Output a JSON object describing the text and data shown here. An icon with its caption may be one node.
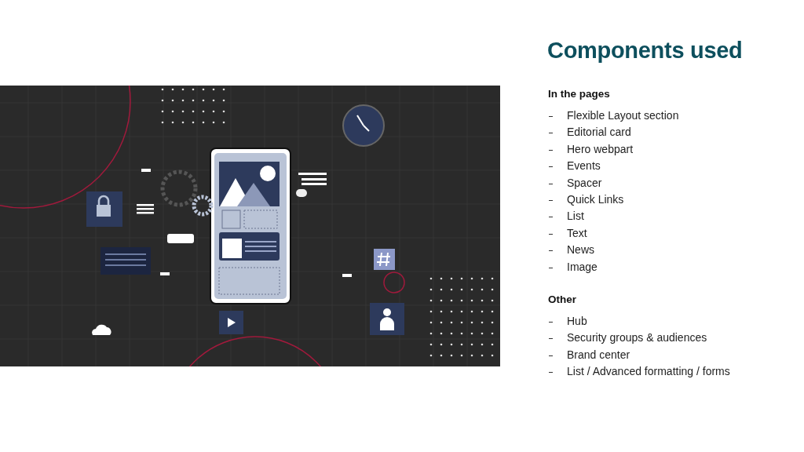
{
  "diagram": {
    "title": "Components used",
    "labels": [
      "In the pages",
      "Flexible Layout section",
      "Editorial card",
      "Hero webpart",
      "Events",
      "Spacer",
      "Quick Links",
      "List",
      "Text",
      "News",
      "Image",
      "Other",
      "Hub",
      "Security groups & audiences",
      "Brand center",
      "List / Advanced formatting / forms"
    ]
  }
}
